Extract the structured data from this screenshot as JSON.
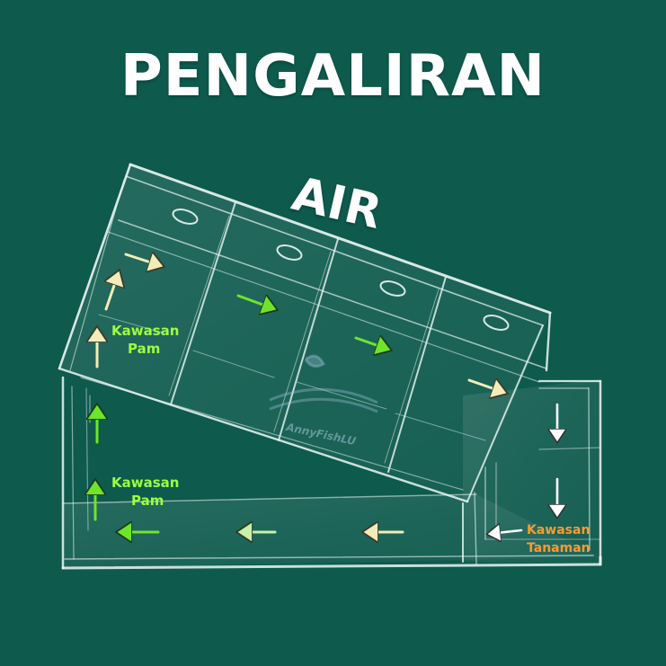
{
  "title": "PENGALIRAN",
  "subtitle": "AIR",
  "labels": {
    "pump_top": {
      "line1": "Kawasan",
      "line2": "Pam"
    },
    "pump_bottom": {
      "line1": "Kawasan",
      "line2": "Pam"
    },
    "plant": {
      "line1": "Kawasan",
      "line2": "Tanaman"
    }
  },
  "watermark": "AnnyFishLU",
  "colors": {
    "background": "#0e5a4d",
    "title": "#ffffff",
    "pump_label": "#9dff3e",
    "plant_label": "#ff9a2e",
    "arrow_green": "#6ee52a",
    "arrow_cream": "#f4ecb8",
    "arrow_white": "#ffffff",
    "arrow_pale_green": "#c8f0a8",
    "glass_edge": "#ecf7f4"
  },
  "arrows": [
    {
      "name": "flow-arrow-top-1",
      "color": "arrow_cream",
      "direction": "right"
    },
    {
      "name": "flow-arrow-top-2",
      "color": "arrow_green",
      "direction": "right"
    },
    {
      "name": "flow-arrow-top-3",
      "color": "arrow_green",
      "direction": "right"
    },
    {
      "name": "flow-arrow-top-4",
      "color": "arrow_cream",
      "direction": "right"
    },
    {
      "name": "flow-arrow-right-down-1",
      "color": "arrow_white",
      "direction": "down"
    },
    {
      "name": "flow-arrow-right-down-2",
      "color": "arrow_white",
      "direction": "down"
    },
    {
      "name": "flow-arrow-plant-left",
      "color": "arrow_white",
      "direction": "left"
    },
    {
      "name": "flow-arrow-bottom-1",
      "color": "arrow_cream",
      "direction": "left"
    },
    {
      "name": "flow-arrow-bottom-2",
      "color": "arrow_pale_green",
      "direction": "left"
    },
    {
      "name": "flow-arrow-bottom-3",
      "color": "arrow_green",
      "direction": "left"
    },
    {
      "name": "flow-arrow-left-up-1",
      "color": "arrow_green",
      "direction": "up"
    },
    {
      "name": "flow-arrow-left-up-2",
      "color": "arrow_green",
      "direction": "up"
    },
    {
      "name": "flow-arrow-left-up-3",
      "color": "arrow_cream",
      "direction": "up"
    },
    {
      "name": "flow-arrow-left-up-4",
      "color": "arrow_cream",
      "direction": "up"
    }
  ]
}
